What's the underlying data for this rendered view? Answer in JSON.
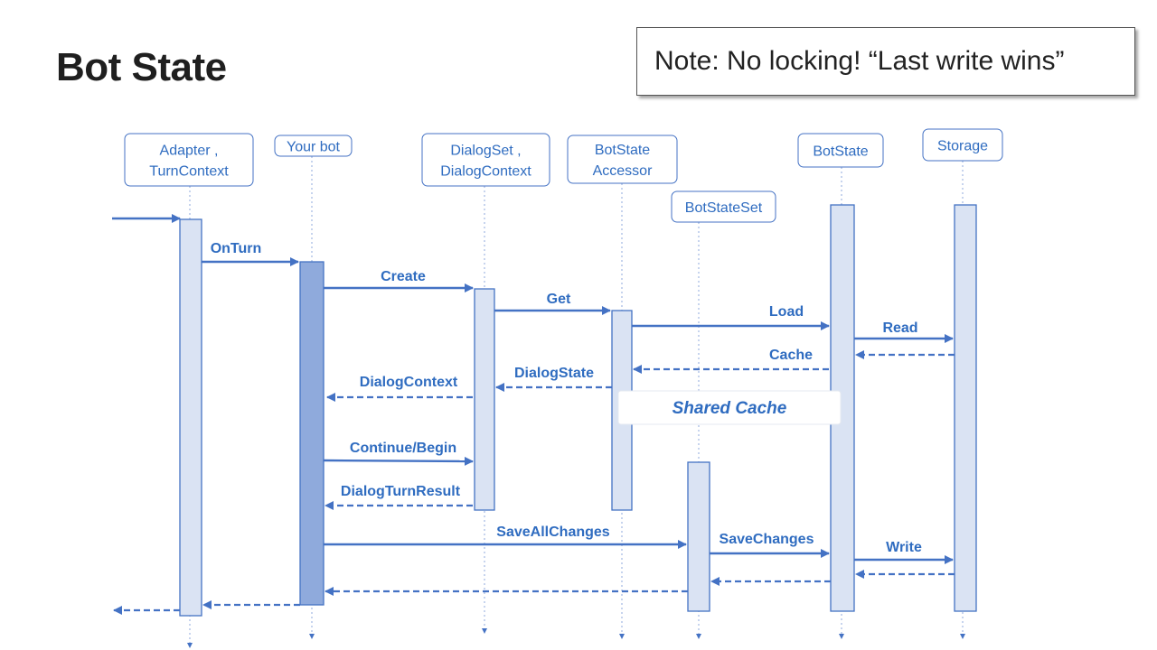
{
  "title": "Bot State",
  "note": "Note: No locking! “Last write wins”",
  "colors": {
    "accent": "#4472c4",
    "activation_fill": "#dae3f3",
    "activation_fill_dark": "#8faadc",
    "text": "#2f6cc0"
  },
  "participants": [
    {
      "id": "adapter",
      "lines": [
        "Adapter ,",
        "TurnContext"
      ]
    },
    {
      "id": "yourbot",
      "lines": [
        "Your bot"
      ]
    },
    {
      "id": "dialogset",
      "lines": [
        "DialogSet ,",
        "DialogContext"
      ]
    },
    {
      "id": "accessor",
      "lines": [
        "BotState",
        "Accessor"
      ]
    },
    {
      "id": "botstateset",
      "lines": [
        "BotStateSet"
      ]
    },
    {
      "id": "botstate",
      "lines": [
        "BotState"
      ]
    },
    {
      "id": "storage",
      "lines": [
        "Storage"
      ]
    }
  ],
  "messages": [
    {
      "id": "incoming",
      "label": "",
      "style": "solid"
    },
    {
      "id": "onturn",
      "label": "OnTurn",
      "style": "solid"
    },
    {
      "id": "create",
      "label": "Create",
      "style": "solid"
    },
    {
      "id": "get",
      "label": "Get",
      "style": "solid"
    },
    {
      "id": "load",
      "label": "Load",
      "style": "solid"
    },
    {
      "id": "read",
      "label": "Read",
      "style": "solid"
    },
    {
      "id": "cache",
      "label": "Cache",
      "style": "dashed"
    },
    {
      "id": "storage-return",
      "label": "",
      "style": "dashed"
    },
    {
      "id": "dialogstate",
      "label": "DialogState",
      "style": "dashed"
    },
    {
      "id": "dialogcontext",
      "label": "DialogContext",
      "style": "dashed"
    },
    {
      "id": "continue",
      "label": "Continue/Begin",
      "style": "solid"
    },
    {
      "id": "dialogturnresult",
      "label": "DialogTurnResult",
      "style": "dashed"
    },
    {
      "id": "saveallchanges",
      "label": "SaveAllChanges",
      "style": "solid"
    },
    {
      "id": "savechanges",
      "label": "SaveChanges",
      "style": "solid"
    },
    {
      "id": "write",
      "label": "Write",
      "style": "solid"
    },
    {
      "id": "write-return",
      "label": "",
      "style": "dashed"
    },
    {
      "id": "savechanges-return",
      "label": "",
      "style": "dashed"
    },
    {
      "id": "saveall-return",
      "label": "",
      "style": "dashed"
    },
    {
      "id": "bot-return",
      "label": "",
      "style": "dashed"
    },
    {
      "id": "outgoing",
      "label": "",
      "style": "dashed"
    }
  ],
  "shared_cache": "Shared Cache"
}
